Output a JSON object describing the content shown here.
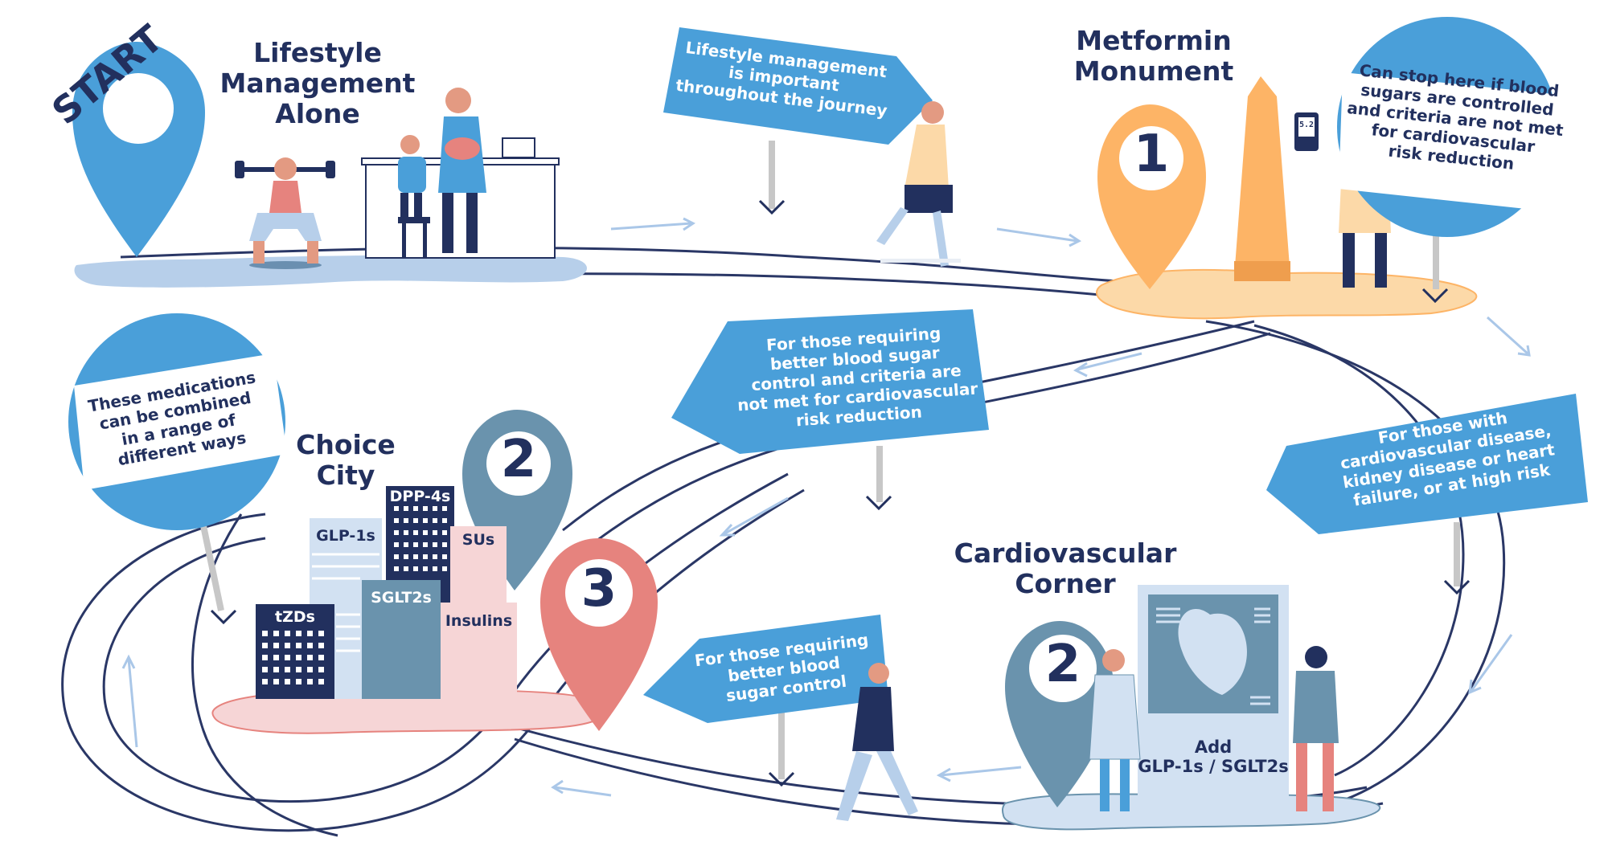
{
  "start_label": "START",
  "lifestyle": {
    "title_line1": "Lifestyle",
    "title_line2": "Management",
    "title_line3": "Alone"
  },
  "sign_lifestyle": {
    "line1": "Lifestyle management",
    "line2": "is important",
    "line3": "throughout the journey"
  },
  "metformin": {
    "title_line1": "Metformin",
    "title_line2": "Monument",
    "number": "1",
    "screen_value": "5.2"
  },
  "bubble_stop": {
    "line1": "Can stop here if blood",
    "line2": "sugars are controlled",
    "line3": "and criteria are not met",
    "line4": "for cardiovascular",
    "line5": "risk reduction"
  },
  "sign_better_control_criteria": {
    "line1": "For those requiring",
    "line2": "better blood sugar",
    "line3": "control and criteria are",
    "line4": "not met for cardiovascular",
    "line5": "risk reduction"
  },
  "sign_cardio_disease": {
    "line1": "For those with",
    "line2": "cardiovascular disease,",
    "line3": "kidney disease or heart",
    "line4": "failure, or at high risk"
  },
  "bubble_combined": {
    "line1": "These medications",
    "line2": "can be combined",
    "line3": "in a range of",
    "line4": "different ways"
  },
  "choice_city": {
    "title_line1": "Choice",
    "title_line2": "City",
    "pin2_number": "2",
    "pin3_number": "3",
    "buildings": [
      "DPP-4s",
      "GLP-1s",
      "SUs",
      "SGLT2s",
      "tZDs",
      "Insulins"
    ]
  },
  "sign_better_control": {
    "line1": "For those requiring",
    "line2": "better blood",
    "line3": "sugar control"
  },
  "cardio_corner": {
    "title_line1": "Cardiovascular",
    "title_line2": "Corner",
    "number": "2",
    "board_line1": "Add",
    "board_line2": "GLP-1s / SGLT2s"
  },
  "colors": {
    "navy": "#22305e",
    "blue": "#4a9fd9",
    "light_blue": "#b7cfea",
    "orange": "#fdb466",
    "salmon": "#e6837e",
    "slate": "#6a93ad",
    "pink_light": "#f6d5d6"
  }
}
